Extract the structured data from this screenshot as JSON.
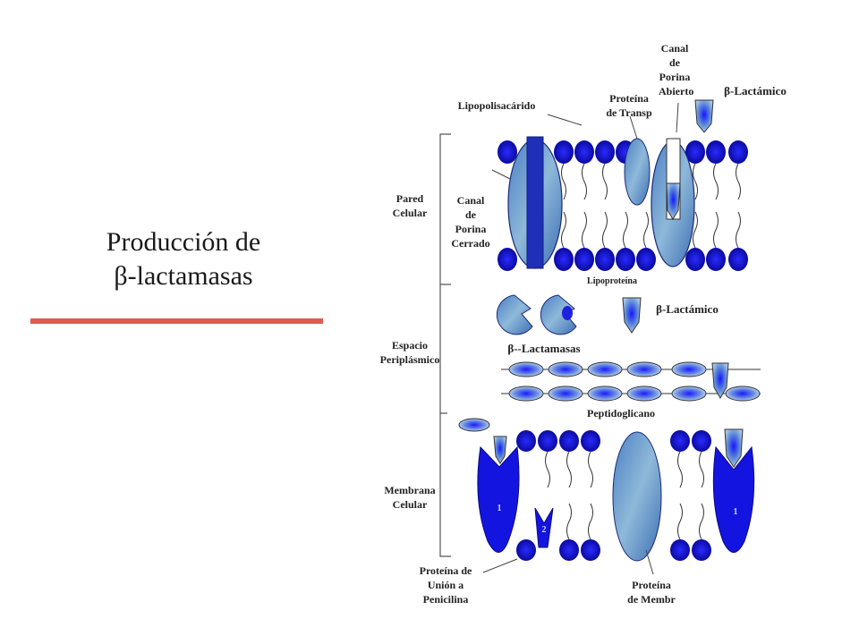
{
  "slide": {
    "title_line1": "Producción de",
    "title_line2": "β-lactamasas"
  },
  "labels": {
    "canal_abierto": "Canal\nde\nPorina\nAbierto",
    "lactamico_top": "β-Lactámico",
    "proteina_transp": "Proteína\nde Transp",
    "lipopolisacarido": "Lipopolisacárido",
    "pared_celular": "Pared\nCelular",
    "canal_cerrado": "Canal\nde\nPorina\nCerrado",
    "lipoproteina": "Lipoproteína",
    "lactamico_mid": "β-Lactámico",
    "espacio_periplasmico": "Espacio\nPeriplásmico",
    "lactamasas": "β--Lactamasas",
    "peptidoglicano": "Peptidoglicano",
    "membrana_celular": "Membrana\nCelular",
    "pbp": "Proteína de\nUnión a\nPenicilina",
    "proteina_membr": "Proteína\nde Membr",
    "pbp1_left": "1",
    "pbp2": "2",
    "pbp1_right": "1"
  },
  "colors": {
    "accent_line": "#e05a52",
    "lipid_blue": "#1a1adb",
    "protein_teal": "#6fa3c8"
  }
}
